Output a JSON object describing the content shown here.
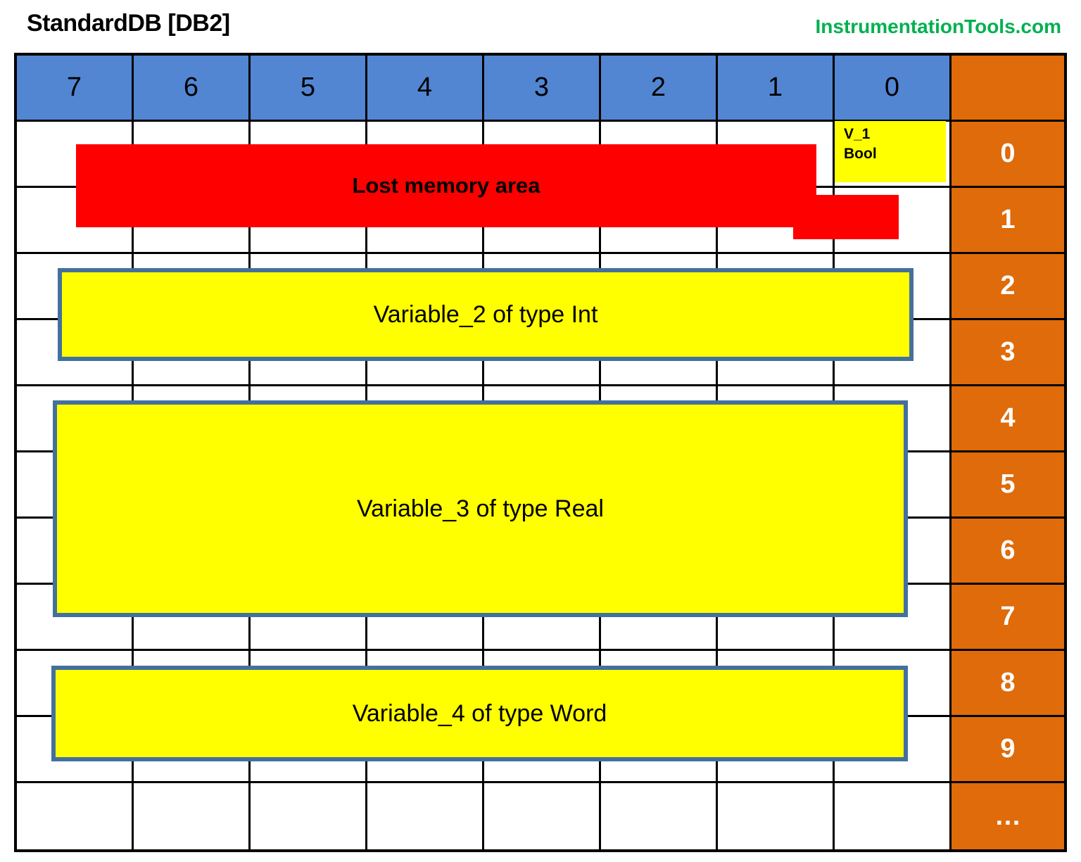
{
  "title": "StandardDB [DB2]",
  "watermark": "InstrumentationTools.com",
  "grid": {
    "bit_headers": [
      "7",
      "6",
      "5",
      "4",
      "3",
      "2",
      "1",
      "0"
    ],
    "byte_labels": [
      "0",
      "1",
      "2",
      "3",
      "4",
      "5",
      "6",
      "7",
      "8",
      "9",
      "…"
    ]
  },
  "blocks": {
    "v1": {
      "name": "V_1",
      "type": "Bool"
    },
    "lost": {
      "label": "Lost memory area"
    },
    "var2": {
      "label": "Variable_2 of type Int"
    },
    "var3": {
      "label": "Variable_3 of type Real"
    },
    "var4": {
      "label": "Variable_4 of type Word"
    }
  },
  "colors": {
    "bit_header_bg": "#5286D3",
    "byte_col_bg": "#DF6B0A",
    "lost_bg": "#FF0000",
    "variable_bg": "#FFFF00",
    "variable_border": "#44709D",
    "watermark_green": "#00B050"
  }
}
